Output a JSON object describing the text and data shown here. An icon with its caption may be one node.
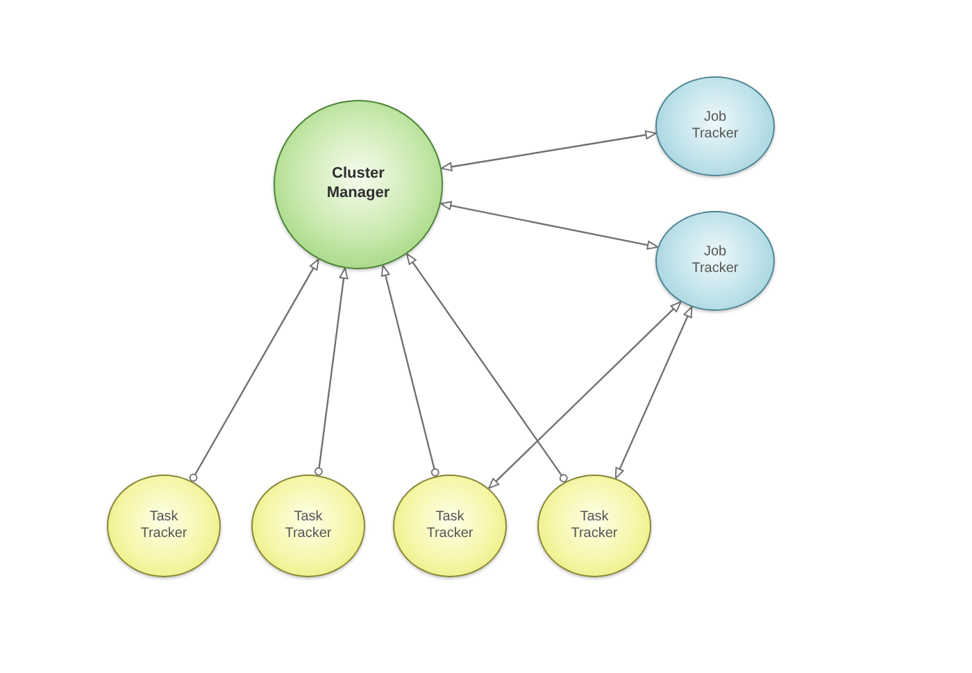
{
  "diagram": {
    "nodes": [
      {
        "text": [
          "Cluster Manager"
        ]
      },
      {
        "text": [
          "Job Tracker"
        ]
      },
      {
        "text": [
          "Job Tracker"
        ]
      },
      {
        "text": [
          "Task Tracker"
        ]
      },
      {
        "text": [
          "Task Tracker"
        ]
      },
      {
        "text": [
          "Task Tracker"
        ]
      },
      {
        "text": [
          "Task Tracker"
        ]
      }
    ],
    "edges": [
      {
        "from": 0,
        "to": 1,
        "arrow": "both"
      },
      {
        "from": 0,
        "to": 2,
        "arrow": "both"
      },
      {
        "from": 3,
        "to": 0,
        "arrow": "to"
      },
      {
        "from": 4,
        "to": 0,
        "arrow": "to"
      },
      {
        "from": 5,
        "to": 0,
        "arrow": "to"
      },
      {
        "from": 6,
        "to": 0,
        "arrow": "to"
      },
      {
        "from": 5,
        "to": 2,
        "arrow": "both"
      },
      {
        "from": 6,
        "to": 2,
        "arrow": "both"
      }
    ]
  }
}
